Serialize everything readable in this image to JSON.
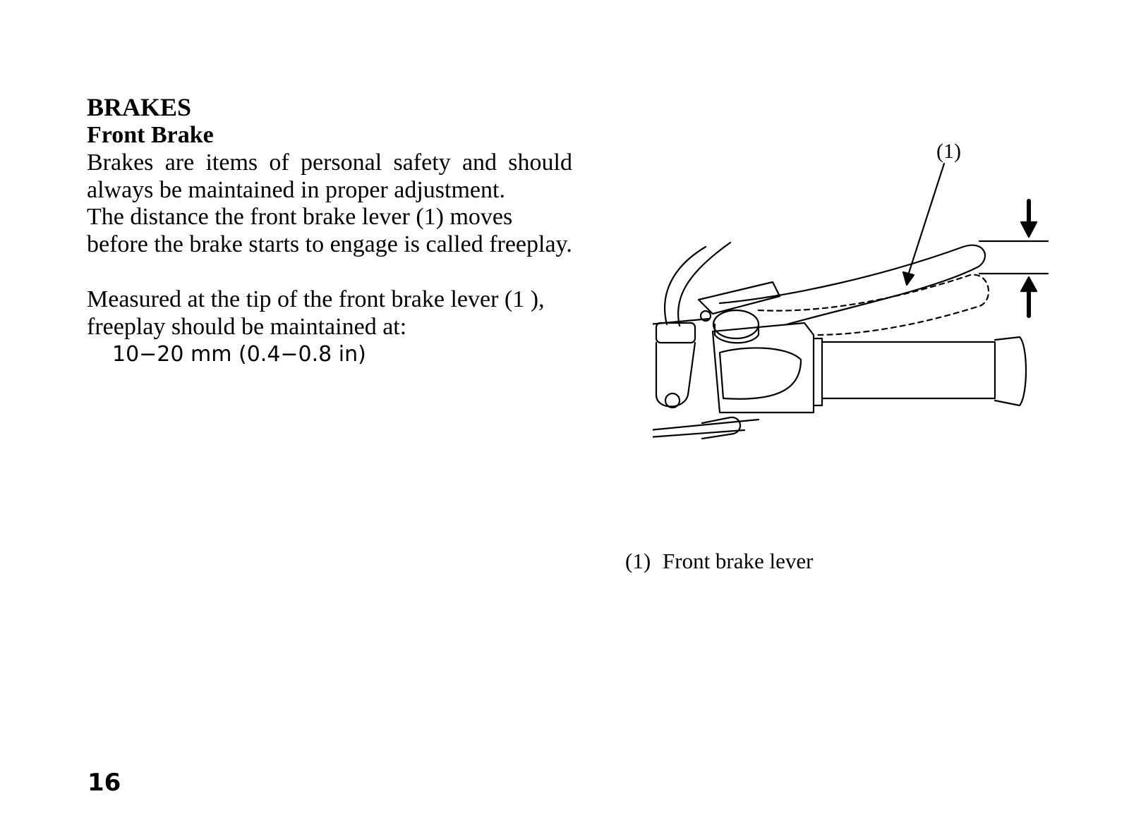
{
  "section": {
    "title": "BRAKES",
    "subtitle": "Front Brake",
    "paragraph1": "Brakes are items of personal safety and should always be maintained in proper adjustment.",
    "paragraph2": "The distance the front brake lever (1) moves before the brake starts to engage is called freeplay.",
    "paragraph3": "Measured at the tip of the front brake lever (1 ), freeplay should be maintained at:",
    "spec": "10−20 mm (0.4−0.8 in)"
  },
  "figure": {
    "callout": "(1)"
  },
  "caption": {
    "number": "(1)",
    "text": "Front brake lever"
  },
  "page_number": "16"
}
